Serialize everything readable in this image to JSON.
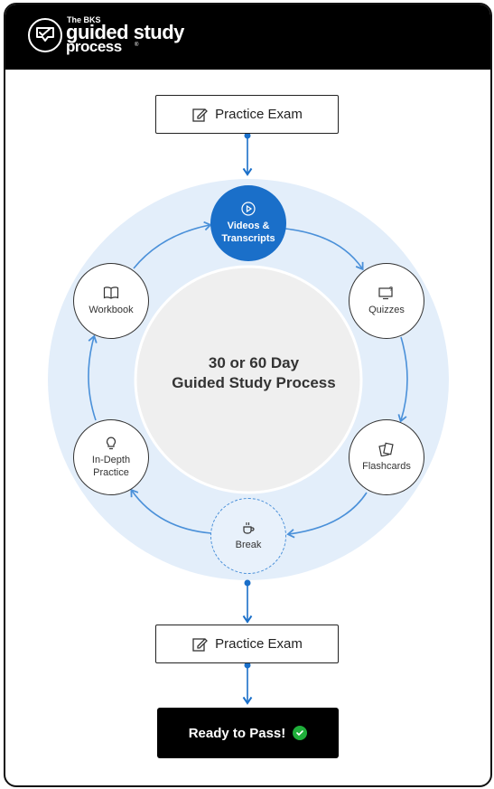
{
  "brand": {
    "prefix": "The BKS",
    "line1": "guided study",
    "line2": "process",
    "reg": "®"
  },
  "top_box": {
    "label": "Practice Exam",
    "icon": "edit-icon"
  },
  "bottom_box": {
    "label": "Practice Exam",
    "icon": "edit-icon"
  },
  "center": {
    "line1": "30 or 60 Day",
    "line2": "Guided Study Process"
  },
  "nodes": {
    "videos": {
      "line1": "Videos &",
      "line2": "Transcripts",
      "icon": "play-icon"
    },
    "quizzes": {
      "label": "Quizzes",
      "icon": "monitor-question-icon"
    },
    "flashcards": {
      "label": "Flashcards",
      "icon": "cards-icon"
    },
    "break": {
      "label": "Break",
      "icon": "coffee-icon"
    },
    "practice": {
      "line1": "In-Depth",
      "line2": "Practice",
      "icon": "lightbulb-icon"
    },
    "workbook": {
      "label": "Workbook",
      "icon": "book-icon"
    }
  },
  "ready": {
    "label": "Ready to Pass!",
    "icon": "check-icon"
  },
  "colors": {
    "accent": "#1a6fc9",
    "ring": "#e3eefa",
    "inner": "#efefef",
    "check": "#1fae3a"
  }
}
